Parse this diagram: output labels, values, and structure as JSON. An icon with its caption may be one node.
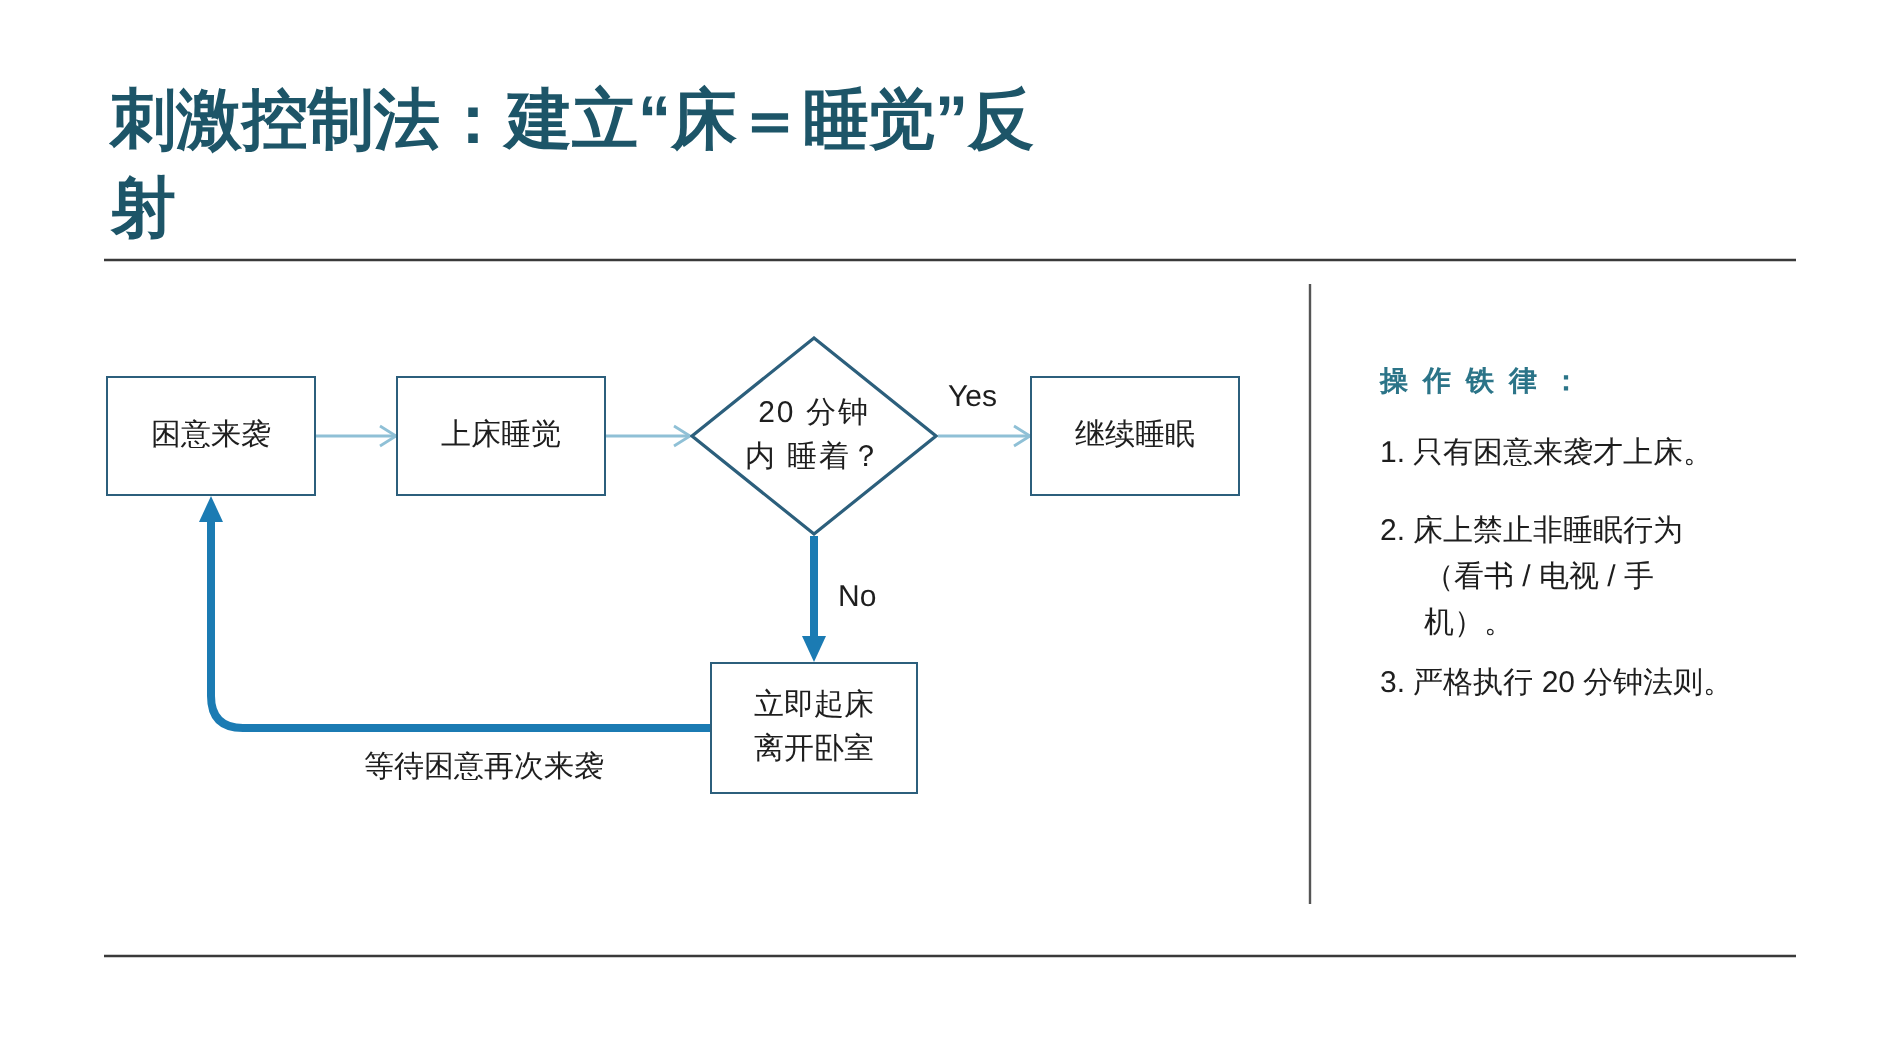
{
  "diagram": {
    "title": "刺激控制法：建立“床＝睡觉”反射",
    "nodes": [
      {
        "text": [
          "困意来袭"
        ]
      },
      {
        "text": [
          "上床睡觉"
        ]
      },
      {
        "text": [
          "20 分钟内 睡着？"
        ]
      },
      {
        "text": [
          "继续睡眠"
        ]
      },
      {
        "text": [
          "立即起床离开卧室"
        ]
      }
    ],
    "edges": [
      {
        "from": 0,
        "to": 1,
        "arrow": "to"
      },
      {
        "from": 1,
        "to": 2,
        "arrow": "to"
      },
      {
        "from": 2,
        "to": 3,
        "arrow": "to",
        "label": "Yes"
      },
      {
        "from": 2,
        "to": 4,
        "arrow": "to",
        "label": "No",
        "style": "thick",
        "color": "#1b7bb3"
      },
      {
        "from": 4,
        "to": 0,
        "arrow": "to",
        "label": "等待困意再次来袭",
        "style": "thick",
        "color": "#1b7bb3"
      }
    ],
    "labels": [
      "操作铁律：",
      "1. 只有困意来袭才上床。",
      "2. 床上禁止非睡眠行为（看书 / 电视 / 手机）。",
      "3. 严格执行 20 分钟法则。"
    ]
  }
}
